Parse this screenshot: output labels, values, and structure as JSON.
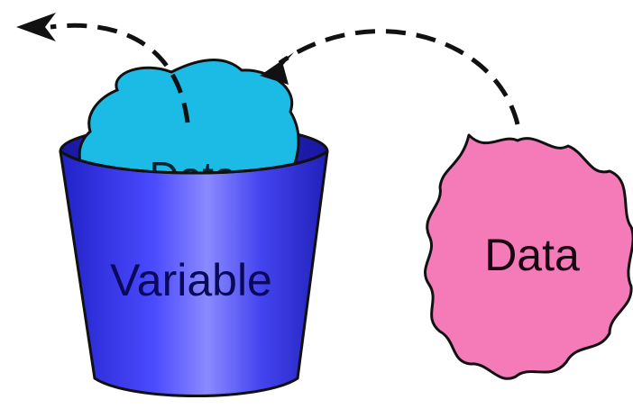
{
  "diagram": {
    "bucket_label": "Variable",
    "inner_blob_label": "Data",
    "outer_blob_label": "Data",
    "colors": {
      "bucket": "#3434e8",
      "bucket_highlight": "#7a7aff",
      "inner_blob": "#1bbbe6",
      "outer_blob": "#f57ab8",
      "arrow": "#111111"
    }
  }
}
